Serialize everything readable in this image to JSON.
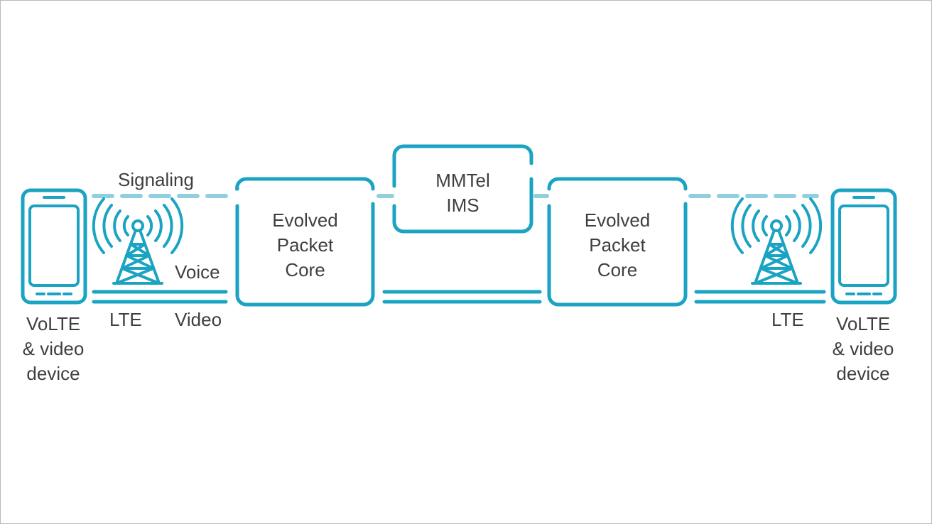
{
  "labels": {
    "signaling": "Signaling",
    "voice": "Voice",
    "video": "Video",
    "lte_left": "LTE",
    "lte_right": "LTE",
    "device_left": "VoLTE\n& video\ndevice",
    "device_right": "VoLTE\n& video\ndevice",
    "epc_left": "Evolved\nPacket\nCore",
    "epc_right": "Evolved\nPacket\nCore",
    "mmtel": "MMTel\nIMS"
  },
  "colors": {
    "stroke": "#1aa3c2",
    "signaling_dash": "#8fcfe0",
    "text": "#3f3f3f"
  }
}
